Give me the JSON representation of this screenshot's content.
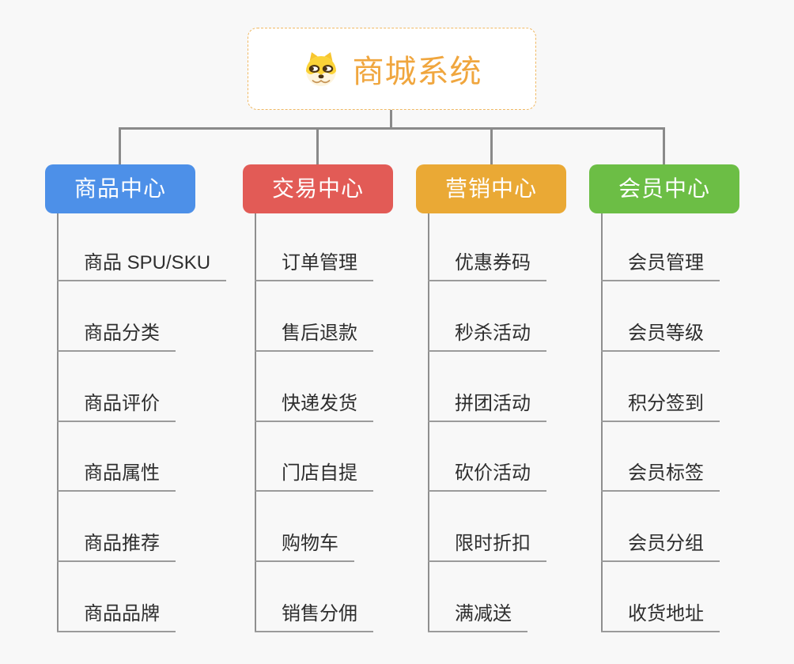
{
  "root": {
    "title": "商城系统",
    "icon": "shiba-dog-face-icon"
  },
  "branches": [
    {
      "label": "商品中心",
      "color": "#4D90E8",
      "items": [
        "商品 SPU/SKU",
        "商品分类",
        "商品评价",
        "商品属性",
        "商品推荐",
        "商品品牌"
      ]
    },
    {
      "label": "交易中心",
      "color": "#E25B56",
      "items": [
        "订单管理",
        "售后退款",
        "快递发货",
        "门店自提",
        "购物车",
        "销售分佣"
      ]
    },
    {
      "label": "营销中心",
      "color": "#EAA935",
      "items": [
        "优惠券码",
        "秒杀活动",
        "拼团活动",
        "砍价活动",
        "限时折扣",
        "满减送"
      ]
    },
    {
      "label": "会员中心",
      "color": "#6CBE45",
      "items": [
        "会员管理",
        "会员等级",
        "积分签到",
        "会员标签",
        "会员分组",
        "收货地址"
      ]
    }
  ],
  "colors": {
    "background": "#f8f8f8",
    "connector": "#8a8a8a",
    "leaf_underline": "#9b9b9b",
    "leaf_text": "#2e2e2e",
    "root_text": "#F0A63E",
    "root_border": "#f0b964",
    "branch_text": "#ffffff"
  }
}
